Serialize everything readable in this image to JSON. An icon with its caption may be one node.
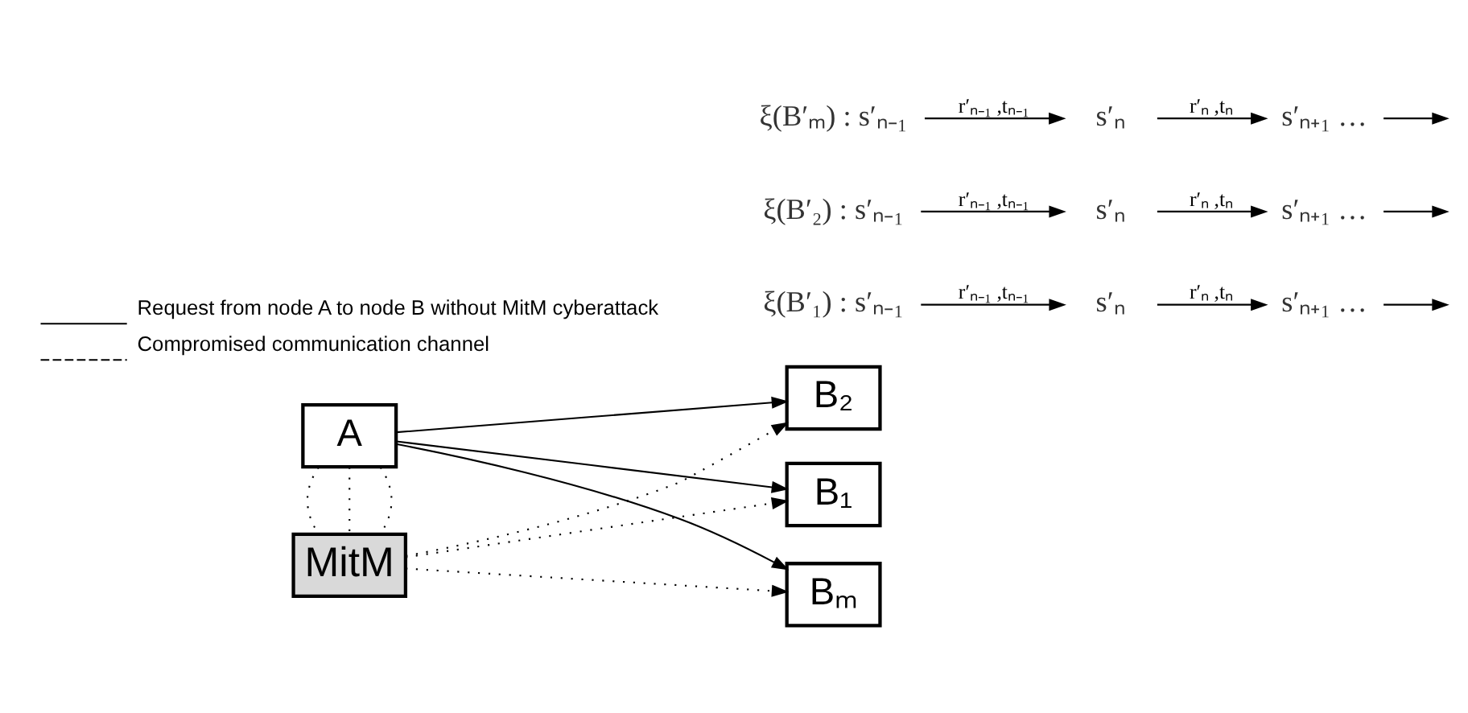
{
  "diagram": {
    "nodes": [
      {
        "text": [
          "A"
        ]
      },
      {
        "text": [
          "B₁"
        ]
      },
      {
        "text": [
          "B₂"
        ]
      },
      {
        "text": [
          "Bₘ"
        ]
      },
      {
        "text": [
          "MitM"
        ]
      },
      {
        "text": [
          "ξ(B′₁) : s′ₙ₋₁"
        ]
      },
      {
        "text": [
          "s′ₙ"
        ]
      },
      {
        "text": [
          "s′ₙ₊₁ …"
        ]
      },
      {
        "text": [
          "ξ(B′₂) : s′ₙ₋₁"
        ]
      },
      {
        "text": [
          "s′ₙ"
        ]
      },
      {
        "text": [
          "s′ₙ₊₁ …"
        ]
      },
      {
        "text": [
          "ξ(B′ₘ) : s′ₙ₋₁"
        ]
      },
      {
        "text": [
          "s′ₙ"
        ]
      },
      {
        "text": [
          "s′ₙ₊₁ …"
        ]
      }
    ],
    "edges": [
      {
        "from": 0,
        "to": 1,
        "arrow": "to"
      },
      {
        "from": 0,
        "to": 2,
        "arrow": "to"
      },
      {
        "from": 0,
        "to": 3,
        "arrow": "to"
      },
      {
        "from": 0,
        "to": 4,
        "arrow": "none",
        "style": "dashed"
      },
      {
        "from": 0,
        "to": 4,
        "arrow": "none",
        "style": "dashed"
      },
      {
        "from": 0,
        "to": 4,
        "arrow": "none",
        "style": "dashed"
      },
      {
        "from": 4,
        "to": 1,
        "arrow": "to",
        "style": "dashed"
      },
      {
        "from": 4,
        "to": 2,
        "arrow": "to",
        "style": "dashed"
      },
      {
        "from": 4,
        "to": 3,
        "arrow": "to",
        "style": "dashed"
      },
      {
        "from": 5,
        "to": 6,
        "arrow": "to",
        "label": "r′ₙ₋₁ ,tₙ₋₁"
      },
      {
        "from": 6,
        "to": 7,
        "arrow": "to",
        "label": "r′ₙ ,tₙ"
      },
      {
        "from": 7,
        "to": null,
        "arrow": "to"
      },
      {
        "from": 8,
        "to": 9,
        "arrow": "to",
        "label": "r′ₙ₋₁ ,tₙ₋₁"
      },
      {
        "from": 9,
        "to": 10,
        "arrow": "to",
        "label": "r′ₙ ,tₙ"
      },
      {
        "from": 10,
        "to": null,
        "arrow": "to"
      },
      {
        "from": 11,
        "to": 12,
        "arrow": "to",
        "label": "r′ₙ₋₁ ,tₙ₋₁"
      },
      {
        "from": 12,
        "to": 13,
        "arrow": "to",
        "label": "r′ₙ ,tₙ"
      },
      {
        "from": 13,
        "to": null,
        "arrow": "to"
      }
    ],
    "legend": [
      {
        "text": "Request from node A to node B without MitM cyberattack"
      },
      {
        "text": "Compromised communication channel"
      }
    ]
  }
}
